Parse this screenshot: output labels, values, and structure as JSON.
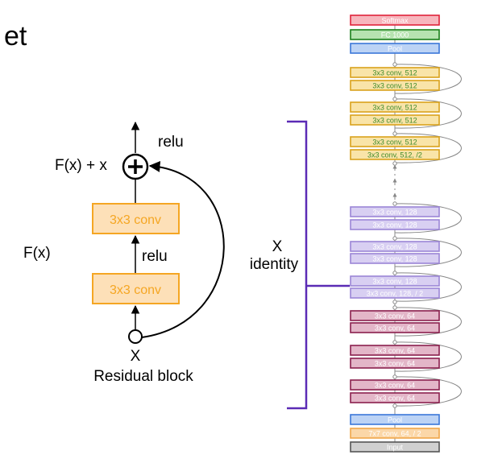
{
  "title_fragment": "et",
  "residual": {
    "relu_top": "relu",
    "sum_label": "F(x) + x",
    "conv_top": "3x3 conv",
    "conv_bottom": "3x3 conv",
    "relu_mid": "relu",
    "fx_label": "F(x)",
    "identity_x": "X",
    "identity_label": "identity",
    "input_x": "X",
    "caption": "Residual block"
  },
  "network": {
    "layers": [
      {
        "label": "Softmax",
        "group": "softmax"
      },
      {
        "label": "FC 1000",
        "group": "fc"
      },
      {
        "label": "Pool",
        "group": "pool"
      },
      {
        "label": "3x3 conv, 512",
        "group": "c512"
      },
      {
        "label": "3x3 conv, 512",
        "group": "c512"
      },
      {
        "label": "3x3 conv, 512",
        "group": "c512"
      },
      {
        "label": "3x3 conv, 512",
        "group": "c512"
      },
      {
        "label": "3x3 conv, 512",
        "group": "c512"
      },
      {
        "label": "3x3 conv, 512, /2",
        "group": "c512"
      },
      {
        "label": "3x3 conv, 128",
        "group": "c128"
      },
      {
        "label": "3x3 conv, 128",
        "group": "c128"
      },
      {
        "label": "3x3 conv, 128",
        "group": "c128"
      },
      {
        "label": "3x3 conv, 128",
        "group": "c128"
      },
      {
        "label": "3x3 conv, 128",
        "group": "c128"
      },
      {
        "label": "3x3 conv, 128, / 2",
        "group": "c128"
      },
      {
        "label": "3x3 conv, 64",
        "group": "c64"
      },
      {
        "label": "3x3 conv, 64",
        "group": "c64"
      },
      {
        "label": "3x3 conv, 64",
        "group": "c64"
      },
      {
        "label": "3x3 conv, 64",
        "group": "c64"
      },
      {
        "label": "3x3 conv, 64",
        "group": "c64"
      },
      {
        "label": "3x3 conv, 64",
        "group": "c64"
      },
      {
        "label": "Pool",
        "group": "pool"
      },
      {
        "label": "7x7 conv, 64, / 2",
        "group": "c7"
      },
      {
        "label": "Input",
        "group": "input"
      }
    ]
  },
  "colors": {
    "orange_stroke": "#f5a623",
    "orange_fill": "#fde0b8",
    "bracket": "#5b2bb5",
    "softmax": {
      "stroke": "#e0223a",
      "fill": "#f7b6bd",
      "text": "#ffffff"
    },
    "fc": {
      "stroke": "#1a7f1a",
      "fill": "#b6e3b0",
      "text": "#ffffff"
    },
    "pool": {
      "stroke": "#3b77d8",
      "fill": "#bcd3f5",
      "text": "#ffffff"
    },
    "c512": {
      "stroke": "#d9a21c",
      "fill": "#f9e4a8",
      "text": "#3d8a2a"
    },
    "c128": {
      "stroke": "#9b85d6",
      "fill": "#d8cff2",
      "text": "#ffffff"
    },
    "c64": {
      "stroke": "#8a1f4d",
      "fill": "#e3b6c8",
      "text": "#ffffff"
    },
    "c7": {
      "stroke": "#f0a64a",
      "fill": "#fbd7a8",
      "text": "#ffffff"
    },
    "input": {
      "stroke": "#555555",
      "fill": "#d0d0d0",
      "text": "#ffffff"
    }
  }
}
